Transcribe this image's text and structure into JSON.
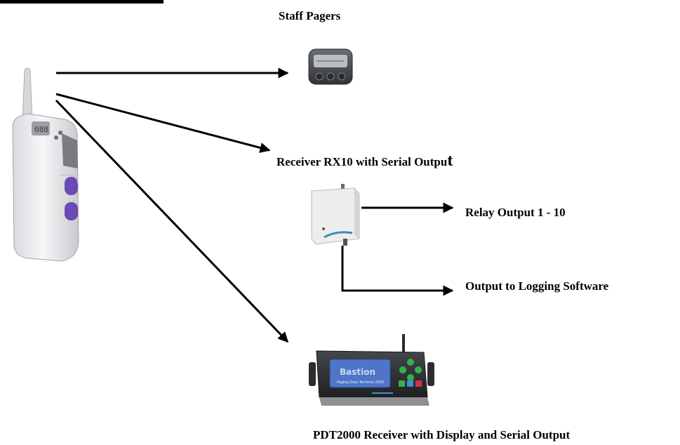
{
  "labels": {
    "staff_pagers": "Staff  Pagers",
    "receiver_rx10": "Receiver RX10 with Serial Outpu",
    "receiver_rx10_last": "t",
    "relay_output": "Relay Output 1 - 10",
    "logging_output": "Output to Logging Software",
    "pdt2000": "PDT2000 Receiver with Display and Serial Output"
  },
  "icons": {
    "transmitter": "handheld-transmitter-icon",
    "pager": "pager-icon",
    "receiver": "rx10-receiver-icon",
    "pdt": "pdt2000-display-icon"
  },
  "colors": {
    "ink": "#000000",
    "device_white": "#ededee",
    "button_purple": "#6a4bb5",
    "pager_dark": "#4a4c52",
    "screen_blue": "#4f75c9",
    "key_green": "#35b04a",
    "key_red": "#d0343c",
    "key_blue": "#3a8fd8"
  }
}
